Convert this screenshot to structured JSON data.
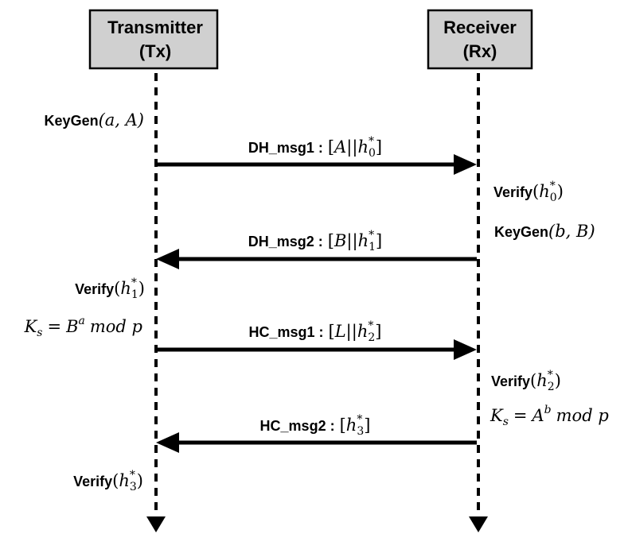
{
  "actors": {
    "tx": {
      "line1": "Transmitter",
      "line2": "(Tx)"
    },
    "rx": {
      "line1": "Receiver",
      "line2": "(Rx)"
    }
  },
  "messages": {
    "dh_msg1": {
      "name": "DH_msg1 :",
      "body": "A||h",
      "sub": "0"
    },
    "dh_msg2": {
      "name": "DH_msg2 :",
      "body": "B||h",
      "sub": "1"
    },
    "hc_msg1": {
      "name": "HC_msg1 :",
      "body": "L||h",
      "sub": "2"
    },
    "hc_msg2": {
      "name": "HC_msg2 :",
      "body": "h",
      "sub": "3"
    }
  },
  "tx_actions": {
    "keygen": {
      "name": "KeyGen",
      "args": "(a, A)"
    },
    "verify1": {
      "name": "Verify",
      "sub": "1"
    },
    "ks": {
      "lhs": "K",
      "lhs_sub": "s",
      "eq": "=",
      "base": "B",
      "exp": "a",
      "tail": "mod p"
    },
    "verify3": {
      "name": "Verify",
      "sub": "3"
    }
  },
  "rx_actions": {
    "verify0": {
      "name": "Verify",
      "sub": "0"
    },
    "keygen": {
      "name": "KeyGen",
      "args": "(b, B)"
    },
    "verify2": {
      "name": "Verify",
      "sub": "2"
    },
    "ks": {
      "lhs": "K",
      "lhs_sub": "s",
      "eq": "=",
      "base": "A",
      "exp": "b",
      "tail": "mod p"
    }
  },
  "math_symbols": {
    "h": "h",
    "star": "*",
    "lbrack": "[",
    "rbrack": "]",
    "lparen": "(",
    "rparen": ")"
  }
}
